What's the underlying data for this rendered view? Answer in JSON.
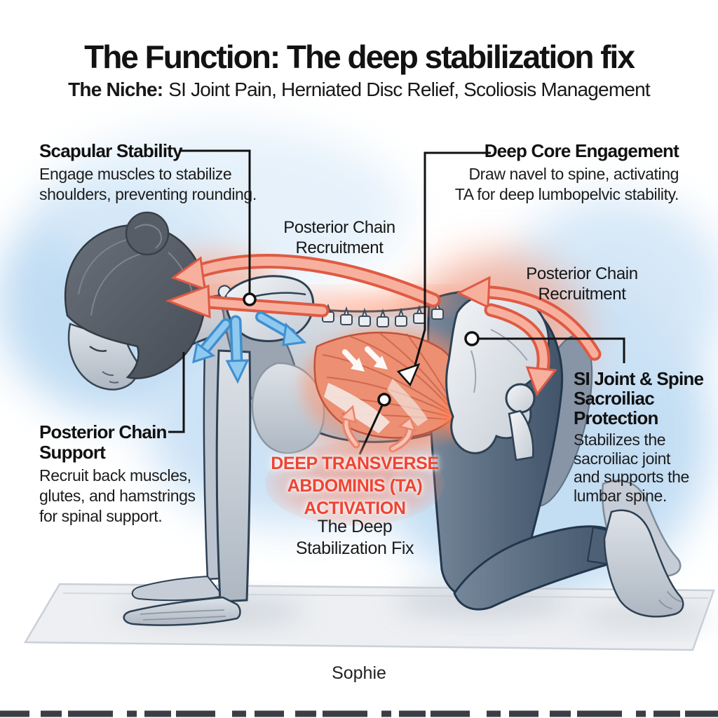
{
  "title": "The Function: The deep stabilization fix",
  "subtitle": {
    "label": "The Niche:",
    "text": "SI Joint Pain, Herniated Disc Relief, Scoliosis Management"
  },
  "labels": {
    "scapular_stability": {
      "title": "Scapular Stability",
      "line1": "Engage muscles to stabilize",
      "line2": "shoulders, preventing rounding."
    },
    "deep_core_engagement": {
      "title": "Deep Core Engagement",
      "line1": "Draw navel to spine, activating",
      "line2": "TA for deep lumbopelvic stability."
    },
    "posterior_chain_recruitment_top": {
      "line1": "Posterior Chain",
      "line2": "Recruitment"
    },
    "posterior_chain_recruitment_right": {
      "line1": "Posterior Chain",
      "line2": "Recruitment"
    },
    "posterior_chain_support": {
      "title_line1": "Posterior Chain",
      "title_line2": "Support",
      "line1": "Recruit back muscles,",
      "line2": "glutes, and hamstrings",
      "line3": "for spinal support."
    },
    "ta_activation": {
      "line1": "DEEP TRANSVERSE",
      "line2": "ABDOMINIS (TA)",
      "line3": "ACTIVATION",
      "sub_line1": "The Deep",
      "sub_line2": "Stabilization Fix"
    },
    "si_joint": {
      "title_line1": "SI Joint & Spine",
      "title_line2": "Sacroiliac",
      "title_line3": "Protection",
      "line1": "Stabilizes the",
      "line2": "sacroiliac joint",
      "line3": "and supports the",
      "line4": "lumbar spine."
    }
  },
  "caption": "Sophie",
  "colors": {
    "highlight_red_text": "#ee4433",
    "arrow_red_fill": "#f7b09e",
    "arrow_red_stroke": "#df5a43",
    "arrow_blue": "#54a9e6",
    "glow_blue": "#b5d6f1",
    "muscle_orange": "#ec8f72",
    "figure_outline": "#2e4154"
  }
}
